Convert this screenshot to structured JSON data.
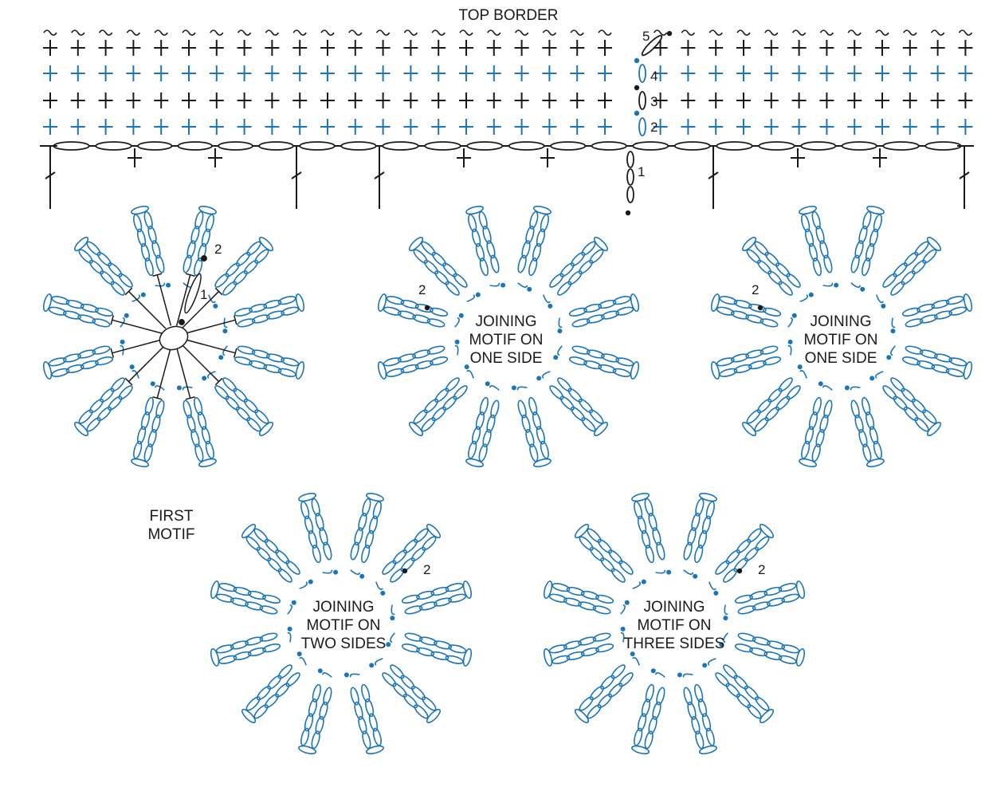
{
  "title": "TOP BORDER",
  "colors": {
    "blue": "#1b75bb",
    "black": "#1a1a1a"
  },
  "motif_labels": {
    "first": [
      "FIRST",
      "MOTIF"
    ],
    "one_side_a": [
      "JOINING",
      "MOTIF ON",
      "ONE SIDE"
    ],
    "one_side_b": [
      "JOINING",
      "MOTIF ON",
      "ONE SIDE"
    ],
    "two_sides": [
      "JOINING",
      "MOTIF ON",
      "TWO SIDES"
    ],
    "three_sides": [
      "JOINING",
      "MOTIF ON",
      "THREE SIDES"
    ]
  },
  "row_numbers": {
    "border": [
      "1",
      "2",
      "3",
      "4",
      "5"
    ],
    "first_motif": [
      "1",
      "2"
    ],
    "joining": "2"
  }
}
